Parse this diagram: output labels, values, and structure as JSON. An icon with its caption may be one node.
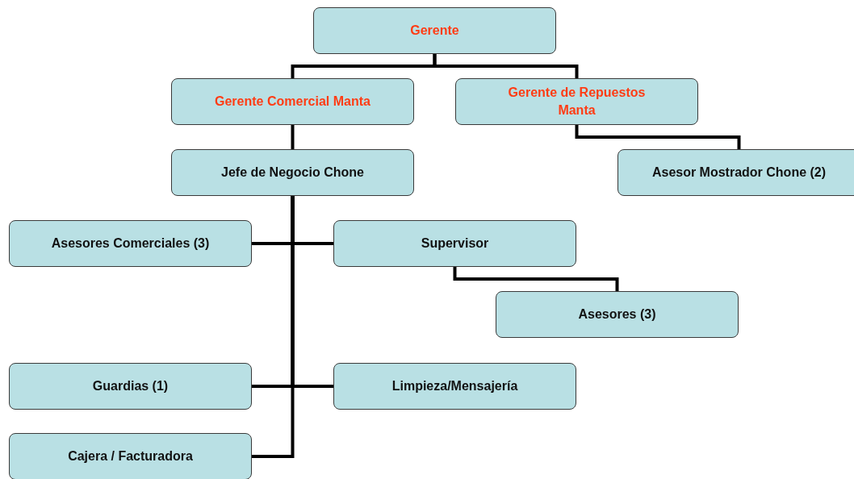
{
  "diagram": {
    "nodes": [
      {
        "text": [
          "Gerente"
        ]
      },
      {
        "text": [
          "Gerente Comercial Manta"
        ]
      },
      {
        "text": [
          "Gerente de Repuestos Manta"
        ]
      },
      {
        "text": [
          "Jefe de Negocio Chone"
        ]
      },
      {
        "text": [
          "Asesor Mostrador Chone (2)"
        ]
      },
      {
        "text": [
          "Asesores Comerciales (3)"
        ]
      },
      {
        "text": [
          "Supervisor"
        ]
      },
      {
        "text": [
          "Asesores (3)"
        ]
      },
      {
        "text": [
          "Guardias (1)"
        ]
      },
      {
        "text": [
          "Limpieza/Mensajería"
        ]
      },
      {
        "text": [
          "Cajera / Facturadora"
        ]
      }
    ],
    "edges": [
      {
        "from": 0,
        "to": 1,
        "arrow": "none"
      },
      {
        "from": 0,
        "to": 2,
        "arrow": "none"
      },
      {
        "from": 1,
        "to": 3,
        "arrow": "none"
      },
      {
        "from": 2,
        "to": 4,
        "arrow": "none"
      },
      {
        "from": 3,
        "to": 5,
        "arrow": "none"
      },
      {
        "from": 3,
        "to": 6,
        "arrow": "none"
      },
      {
        "from": 6,
        "to": 7,
        "arrow": "none"
      },
      {
        "from": 3,
        "to": 8,
        "arrow": "none"
      },
      {
        "from": 3,
        "to": 9,
        "arrow": "none"
      },
      {
        "from": 3,
        "to": 10,
        "arrow": "none"
      }
    ]
  }
}
